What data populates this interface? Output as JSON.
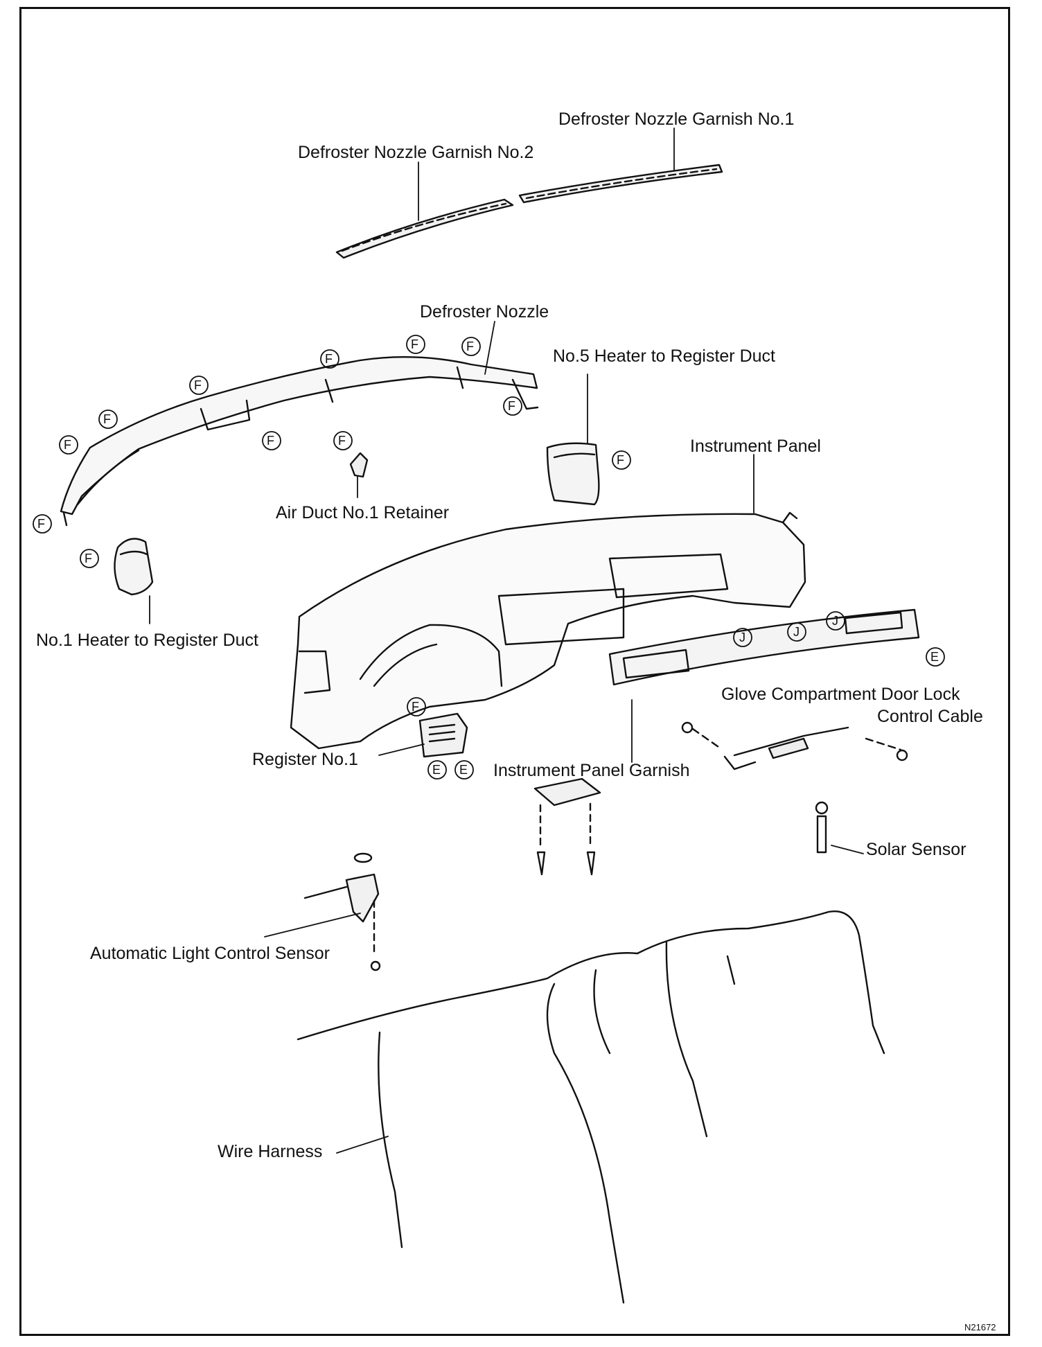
{
  "labels": {
    "defroster_nozzle_garnish_no1": "Defroster Nozzle Garnish No.1",
    "defroster_nozzle_garnish_no2": "Defroster Nozzle Garnish No.2",
    "defroster_nozzle": "Defroster Nozzle",
    "no5_heater_to_register_duct": "No.5 Heater to Register Duct",
    "instrument_panel": "Instrument Panel",
    "air_duct_no1_retainer": "Air Duct No.1 Retainer",
    "no1_heater_to_register_duct": "No.1 Heater to Register Duct",
    "glove_compartment_door_lock_line1": "Glove Compartment Door Lock",
    "glove_compartment_door_lock_line2": "Control Cable",
    "register_no1": "Register No.1",
    "instrument_panel_garnish": "Instrument Panel Garnish",
    "solar_sensor": "Solar Sensor",
    "automatic_light_control_sensor": "Automatic Light Control Sensor",
    "wire_harness": "Wire Harness"
  },
  "clip_codes": {
    "f": "F",
    "e": "E",
    "j": "J"
  },
  "figure_id": "N21672"
}
